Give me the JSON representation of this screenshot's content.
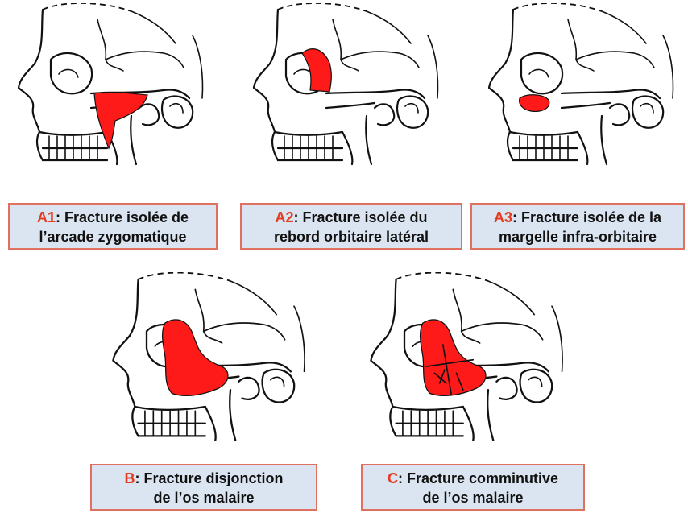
{
  "colors": {
    "fracture": "#ff1a1a",
    "caption_bg": "#dbe5f1",
    "caption_border": "#e07060",
    "code": "#e53b1e"
  },
  "panels": [
    {
      "code": "A1",
      "line1": ": Fracture isolée de",
      "line2": "l’arcade zygomatique"
    },
    {
      "code": "A2",
      "line1": ": Fracture isolée du",
      "line2": "rebord orbitaire latéral"
    },
    {
      "code": "A3",
      "line1": ": Fracture isolée de la",
      "line2": "margelle infra-orbitaire"
    },
    {
      "code": "B",
      "line1": ": Fracture disjonction",
      "line2": "de l’os malaire"
    },
    {
      "code": "C",
      "line1": ": Fracture comminutive",
      "line2": "de l’os malaire"
    }
  ]
}
